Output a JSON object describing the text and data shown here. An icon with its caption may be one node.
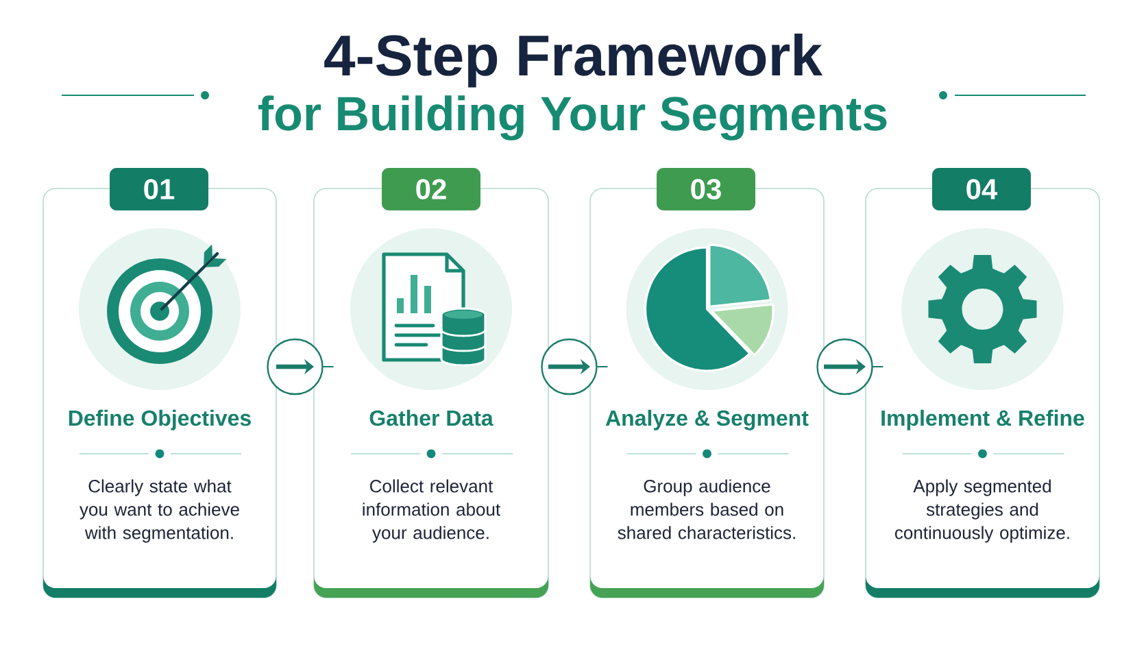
{
  "diagram": {
    "title": "4-Step Framework",
    "nodes": [
      {
        "text": [
          "01"
        ]
      },
      {
        "text": [
          "Define Objectives",
          "Clearly state what you want to achieve with segmentation."
        ]
      },
      {
        "text": [
          "02"
        ]
      },
      {
        "text": [
          "Gather Data",
          "Collect relevant information about your audience."
        ]
      },
      {
        "text": [
          "03"
        ]
      },
      {
        "text": [
          "Analyze & Segment",
          "Group audience members based on shared characteristics."
        ]
      },
      {
        "text": [
          "04"
        ]
      },
      {
        "text": [
          "Implement & Refine",
          "Apply segmented strategies and continuously optimize."
        ]
      }
    ],
    "edges": [
      {
        "from": 1,
        "to": 3,
        "arrow": "to"
      },
      {
        "from": 3,
        "to": 5,
        "arrow": "to"
      },
      {
        "from": 5,
        "to": 7,
        "arrow": "to"
      }
    ],
    "labels": [
      "for Building Your Segments"
    ]
  }
}
